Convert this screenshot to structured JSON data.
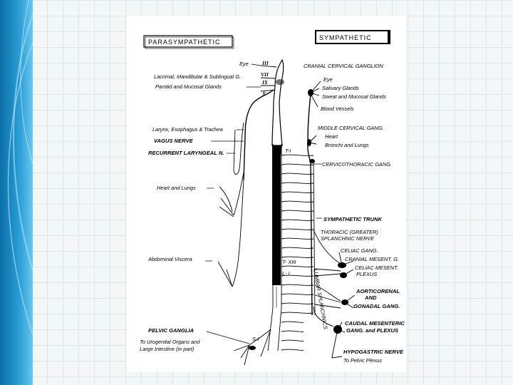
{
  "headers": {
    "parasympathetic": "PARASYMPATHETIC",
    "sympathetic": "SYMPATHETIC"
  },
  "cranial_nerves": {
    "III": "III",
    "VII": "VII",
    "IX": "IX",
    "X": "X"
  },
  "para_labels": {
    "eye": "Eye",
    "lacrimal": "Lacrimal, Mandibular & Sublingual G.",
    "parotid": "Parotid and Mucosal Glands",
    "larynx": "Larynx, Esophagus & Trachea",
    "vagus": "VAGUS  NERVE",
    "recurrent": "RECURRENT LARYNGEAL N.",
    "heart_lungs": "Heart  and  Lungs",
    "abdominal": "Abdominal Viscera",
    "pelvic_ganglia": "PELVIC  GANGLIA",
    "urogenital": "To Urogenital  Organs  and",
    "large_intestine": "Large Intestine (in part)"
  },
  "symp_labels": {
    "cranial_cervical": "CRANIAL CERVICAL GANGLION",
    "eye": "Eye",
    "salivary": "Salivary Glands",
    "sweat": "Sweat and Mucosal Glands",
    "blood_vessels": "Blood Vessels",
    "middle_cervical": "MIDDLE CERVICAL GANG.",
    "heart": "Heart",
    "bronchi": "Bronchi and Lungs",
    "cervicothoracic": "CERVICOTHORACIC GANG.",
    "trunk": "SYMPATHETIC TRUNK",
    "thoracic_1": "THORACIC (GREATER)",
    "thoracic_2": "SPLANCHNIC NERVE",
    "celiac_gang": "CELIAC GANG.",
    "cranial_mesent": "CRANIAL MESENT. G.",
    "celiac_mesent_1": "CELIAC MESENT.",
    "celiac_mesent_2": "PLEXUS",
    "aorticorenal_1": "AORTICORENAL",
    "aorticorenal_2": "AND",
    "gonadal": "GONADAL GANG.",
    "caudal_1": "CAUDAL MESENTERIC",
    "caudal_2": "GANG. and PLEXUS",
    "hypogastric": "HYPOGASTRIC NERVE",
    "pelvic_plexus": "To Pelvic Plexus",
    "lumbar": "LUMBAR  SPLANCHNICS"
  },
  "segments": {
    "t1": "T-I",
    "t13": "T- XIII",
    "l1": "L- I",
    "s1": "S-I"
  }
}
